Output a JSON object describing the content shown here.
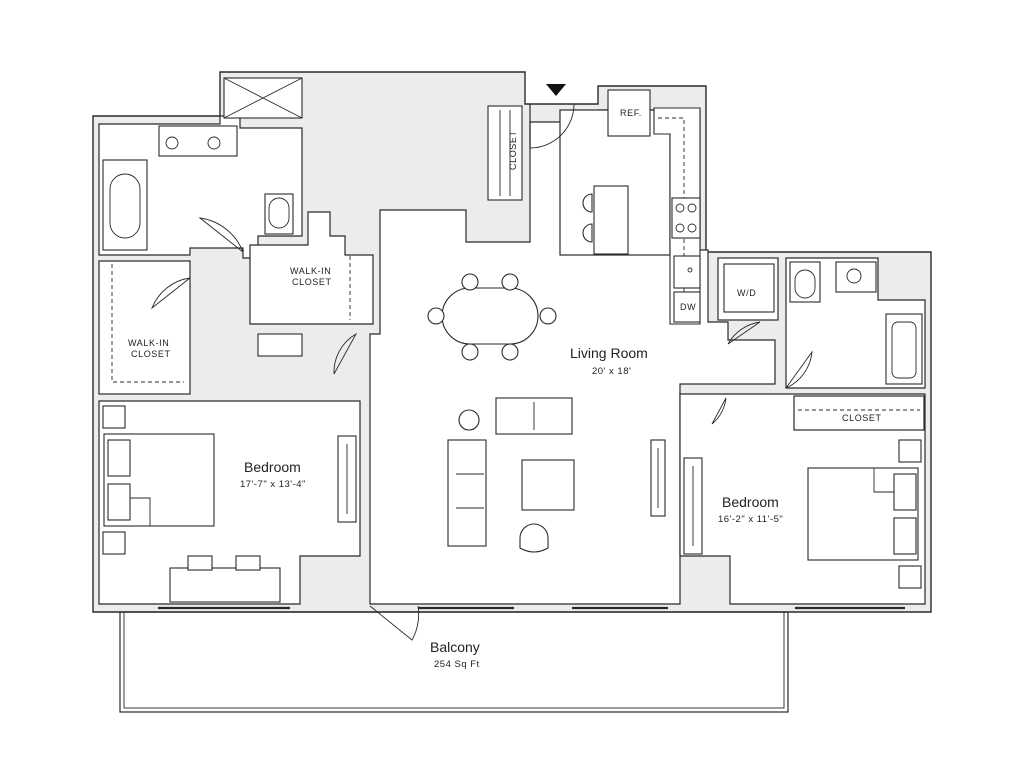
{
  "rooms": {
    "living": {
      "name": "Living Room",
      "size": "20' x 18'"
    },
    "bedroom_left": {
      "name": "Bedroom",
      "size": "17'-7\" x 13'-4\""
    },
    "bedroom_right": {
      "name": "Bedroom",
      "size": "16'-2\" x 11'-5\""
    },
    "balcony": {
      "name": "Balcony",
      "size": "254 Sq Ft"
    }
  },
  "labels": {
    "walkin_closet_left_1": "WALK-IN",
    "walkin_closet_left_2": "CLOSET",
    "walkin_closet_top_1": "WALK-IN",
    "walkin_closet_top_2": "CLOSET",
    "entry_closet": "CLOSET",
    "right_closet": "CLOSET",
    "fridge": "REF.",
    "washer_dryer": "W/D",
    "dishwasher": "DW"
  }
}
